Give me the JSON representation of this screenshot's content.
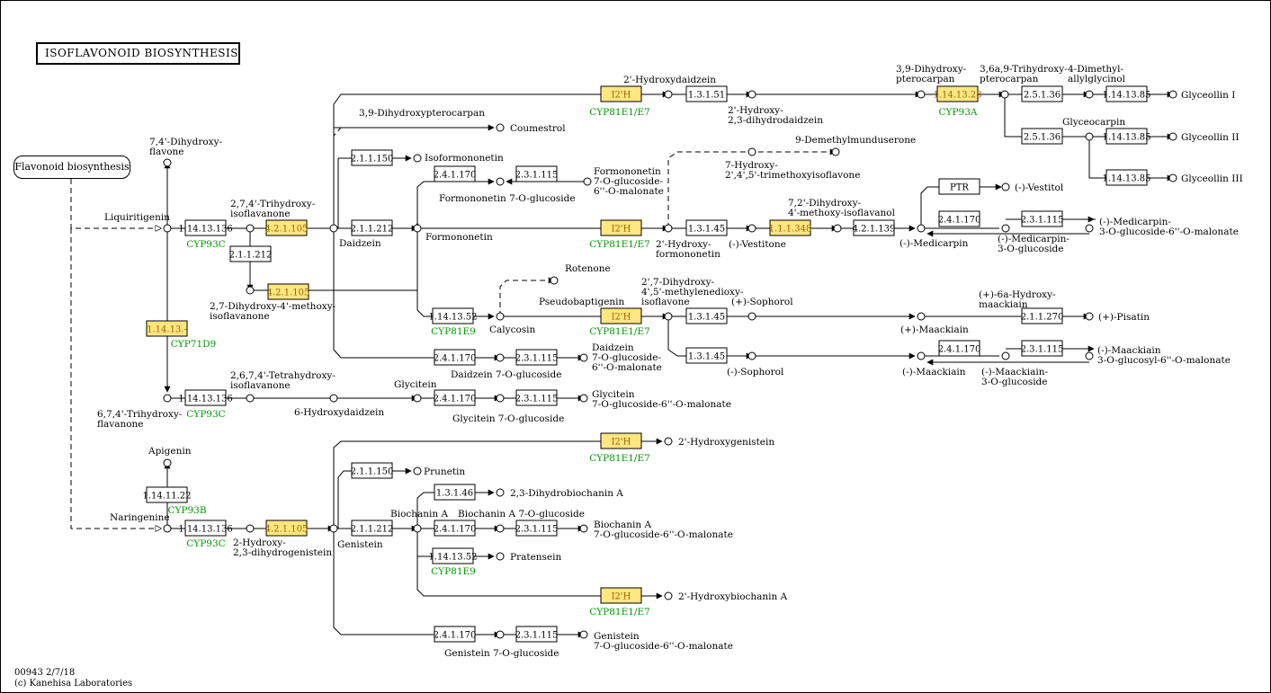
{
  "title": "ISOFLAVONOID BIOSYNTHESIS",
  "footer": {
    "map_id": "00943 2/7/18",
    "copyright": "(c) Kanehisa Laboratories"
  },
  "colors": {
    "highlight_fill": "#ffe680",
    "highlight_text": "#996600",
    "gene_text": "#009900",
    "line": "#000000"
  },
  "map_link": {
    "label": "Flavonoid biosynthesis"
  },
  "enzymes": [
    "1.14.13.136",
    "2.1.1.212",
    "4.2.1.105",
    "1.14.13.-",
    "1.14.13.136",
    "1.14.11.22",
    "1.14.13.136",
    "4.2.1.105",
    "2.1.1.150",
    "2.1.1.212",
    "2.4.1.170",
    "2.3.1.115",
    "I2'H",
    "1.3.1.51",
    "1.14.13.28",
    "2.5.1.36",
    "1.14.13.85",
    "2.5.1.36",
    "1.14.13.85",
    "1.14.13.85",
    "I2'H",
    "1.3.1.45",
    "1.1.1.348",
    "4.2.1.139",
    "PTR",
    "2.4.1.170",
    "2.3.1.115",
    "1.14.13.52",
    "I2'H",
    "1.3.1.45",
    "2.1.1.270",
    "2.4.1.170",
    "2.3.1.115",
    "1.3.1.45",
    "2.4.1.170",
    "2.3.1.115",
    "2.4.1.170",
    "2.3.1.115",
    "4.2.1.105",
    "I2'H",
    "2.1.1.150",
    "1.3.1.46",
    "2.1.1.212",
    "2.4.1.170",
    "2.3.1.115",
    "1.14.13.52",
    "I2'H",
    "2.4.1.170",
    "2.3.1.115"
  ],
  "genes": [
    "CYP93C",
    "CYP71D9",
    "CYP93C",
    "CYP93B",
    "CYP93C",
    "CYP81E1/E7",
    "CYP93A",
    "CYP81E1/E7",
    "CYP81E9",
    "CYP81E1/E7",
    "CYP81E1/E7",
    "CYP81E9",
    "CYP81E1/E7"
  ],
  "compounds": [
    "7,4'-Dihydroxy-\nflavone",
    "Liquiritigenin",
    "2,7,4'-Trihydroxy-\nisoflavanone",
    "2,7-Dihydroxy-4'-methoxy-\nisoflavanone",
    "6,7,4'-Trihydroxy-\nflavanone",
    "2,6,7,4'-Tetrahydroxy-\nisoflavanone",
    "6-Hydroxydaidzein",
    "Apigenin",
    "Naringenine",
    "2-Hydroxy-\n2,3-dihydrogenistein",
    "3,9-Dihydroxypterocarpan",
    "Coumestrol",
    "Isoformononetin",
    "Formononetin 7-O-glucoside",
    "Formononetin\n7-O-glucoside-\n6''-O-malonate",
    "Daidzein",
    "Formononetin",
    "2'-Hydroxydaidzein",
    "2'-Hydroxy-\n2,3-dihydrodaidzein",
    "3,9-Dihydroxy-\npterocarpan",
    "3,6a,9-Trihydroxy-\npterocarpan",
    "4-Dimethyl-\nallylglycinol",
    "Glyceollin I",
    "Glyceocarpin",
    "Glyceollin II",
    "Glyceollin III",
    "9-Demethylmunduserone",
    "7-Hydroxy-\n2',4',5'-trimethoxyisoflavone",
    "2'-Hydroxy-\nformononetin",
    "(-)-Vestitone",
    "7,2'-Dihydroxy-\n4'-methoxy-isoflavanol",
    "(-)-Medicarpin",
    "(-)-Vestitol",
    "(-)-Medicarpin-\n3-O-glucoside",
    "(-)-Medicarpin-\n3-O-glucoside-6''-O-malonate",
    "Rotenone",
    "Calycosin",
    "Pseudobaptigenin",
    "2',7-Dihydroxy-\n4',5'-methylenedioxy-\nisoflavone",
    "(+)-Sophorol",
    "(+)-6a-Hydroxy-\nmaackiain",
    "(+)-Pisatin",
    "(+)-Maackiain",
    "(-)-Sophorol",
    "(-)-Maackiain",
    "(-)-Maackiain-\n3-O-glucoside",
    "(-)-Maackiain\n3-O-glucosyl-6''-O-malonate",
    "Daidzein 7-O-glucoside",
    "Daidzein\n7-O-glucoside-\n6''-O-malonate",
    "Glycitein",
    "Glycitein 7-O-glucoside",
    "Glycitein\n7-O-glucoside-6''-O-malonate",
    "Genistein",
    "2'-Hydroxygenistein",
    "Prunetin",
    "2,3-Dihydrobiochanin A",
    "Biochanin A",
    "Biochanin A 7-O-glucoside",
    "Biochanin A\n7-O-glucoside-6''-O-malonate",
    "Pratensein",
    "2'-Hydroxybiochanin A",
    "Genistein 7-O-glucoside",
    "Genistein\n7-O-glucoside-6''-O-malonate"
  ]
}
